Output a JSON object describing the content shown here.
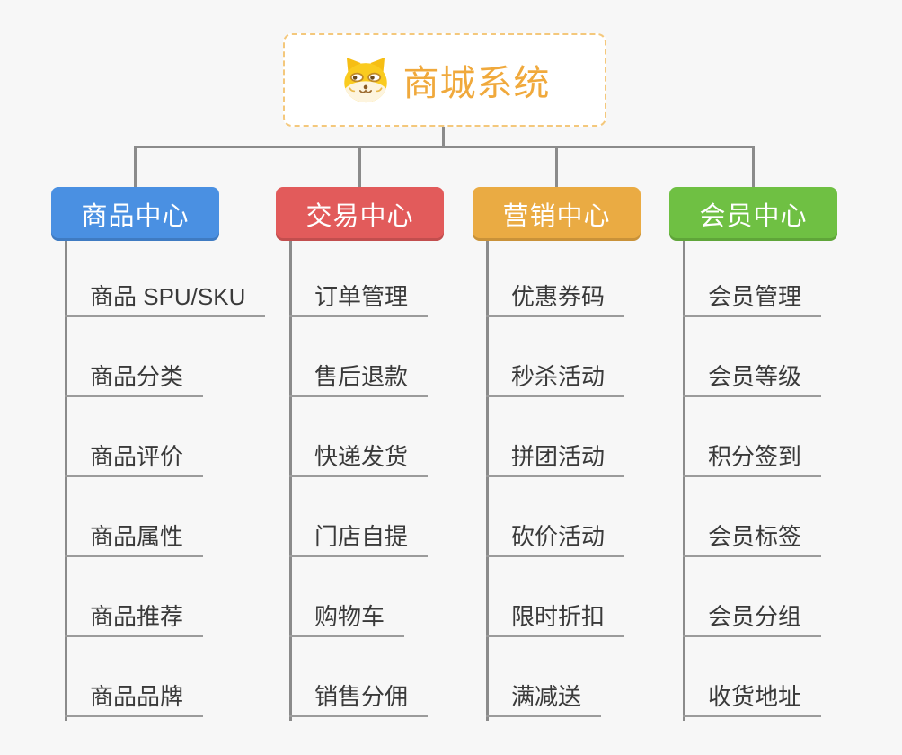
{
  "root": {
    "title": "商城系统",
    "icon": "dog-face-icon"
  },
  "branches": [
    {
      "label": "商品中心",
      "color": "#4A90E2",
      "children": [
        "商品 SPU/SKU",
        "商品分类",
        "商品评价",
        "商品属性",
        "商品推荐",
        "商品品牌"
      ]
    },
    {
      "label": "交易中心",
      "color": "#E25B5B",
      "children": [
        "订单管理",
        "售后退款",
        "快递发货",
        "门店自提",
        "购物车",
        "销售分佣"
      ]
    },
    {
      "label": "营销中心",
      "color": "#EAAB43",
      "children": [
        "优惠券码",
        "秒杀活动",
        "拼团活动",
        "砍价活动",
        "限时折扣",
        "满减送"
      ]
    },
    {
      "label": "会员中心",
      "color": "#6FC043",
      "children": [
        "会员管理",
        "会员等级",
        "积分签到",
        "会员标签",
        "会员分组",
        "收货地址"
      ]
    }
  ],
  "colors": {
    "canvas-bg": "#F7F7F7",
    "connector": "#8B8B8B",
    "underline": "#9B9B9B",
    "leaf-text": "#3A3A3A",
    "branch-text": "#FFFFFF",
    "root-accent": "#F0A93C",
    "root-border": "#F4C87C",
    "root-bg": "#FFFFFF"
  }
}
